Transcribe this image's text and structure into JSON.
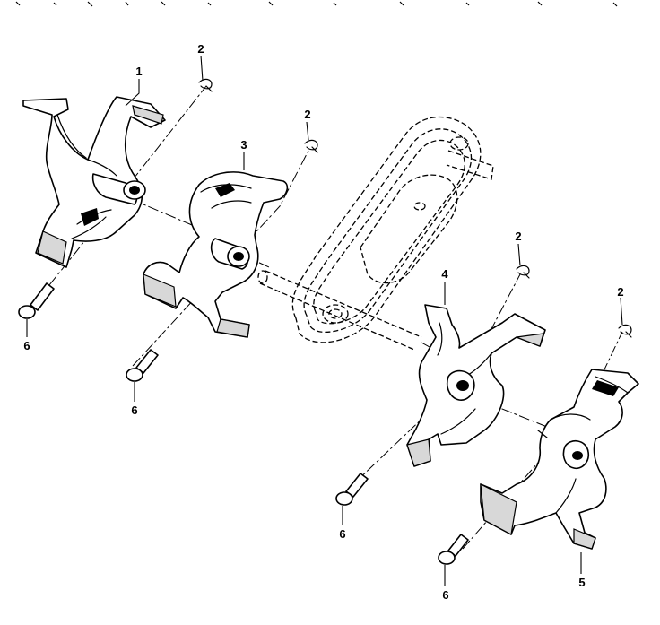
{
  "callouts": [
    {
      "id": "tine-1",
      "label": "1"
    },
    {
      "id": "pin-clip-a",
      "label": "2"
    },
    {
      "id": "pin-clip-b",
      "label": "2"
    },
    {
      "id": "pin-clip-c",
      "label": "2"
    },
    {
      "id": "pin-clip-d",
      "label": "2"
    },
    {
      "id": "tine-3",
      "label": "3"
    },
    {
      "id": "tine-4",
      "label": "4"
    },
    {
      "id": "tine-5",
      "label": "5"
    },
    {
      "id": "clevis-pin-a",
      "label": "6"
    },
    {
      "id": "clevis-pin-b",
      "label": "6"
    },
    {
      "id": "clevis-pin-c",
      "label": "6"
    },
    {
      "id": "clevis-pin-d",
      "label": "6"
    }
  ]
}
